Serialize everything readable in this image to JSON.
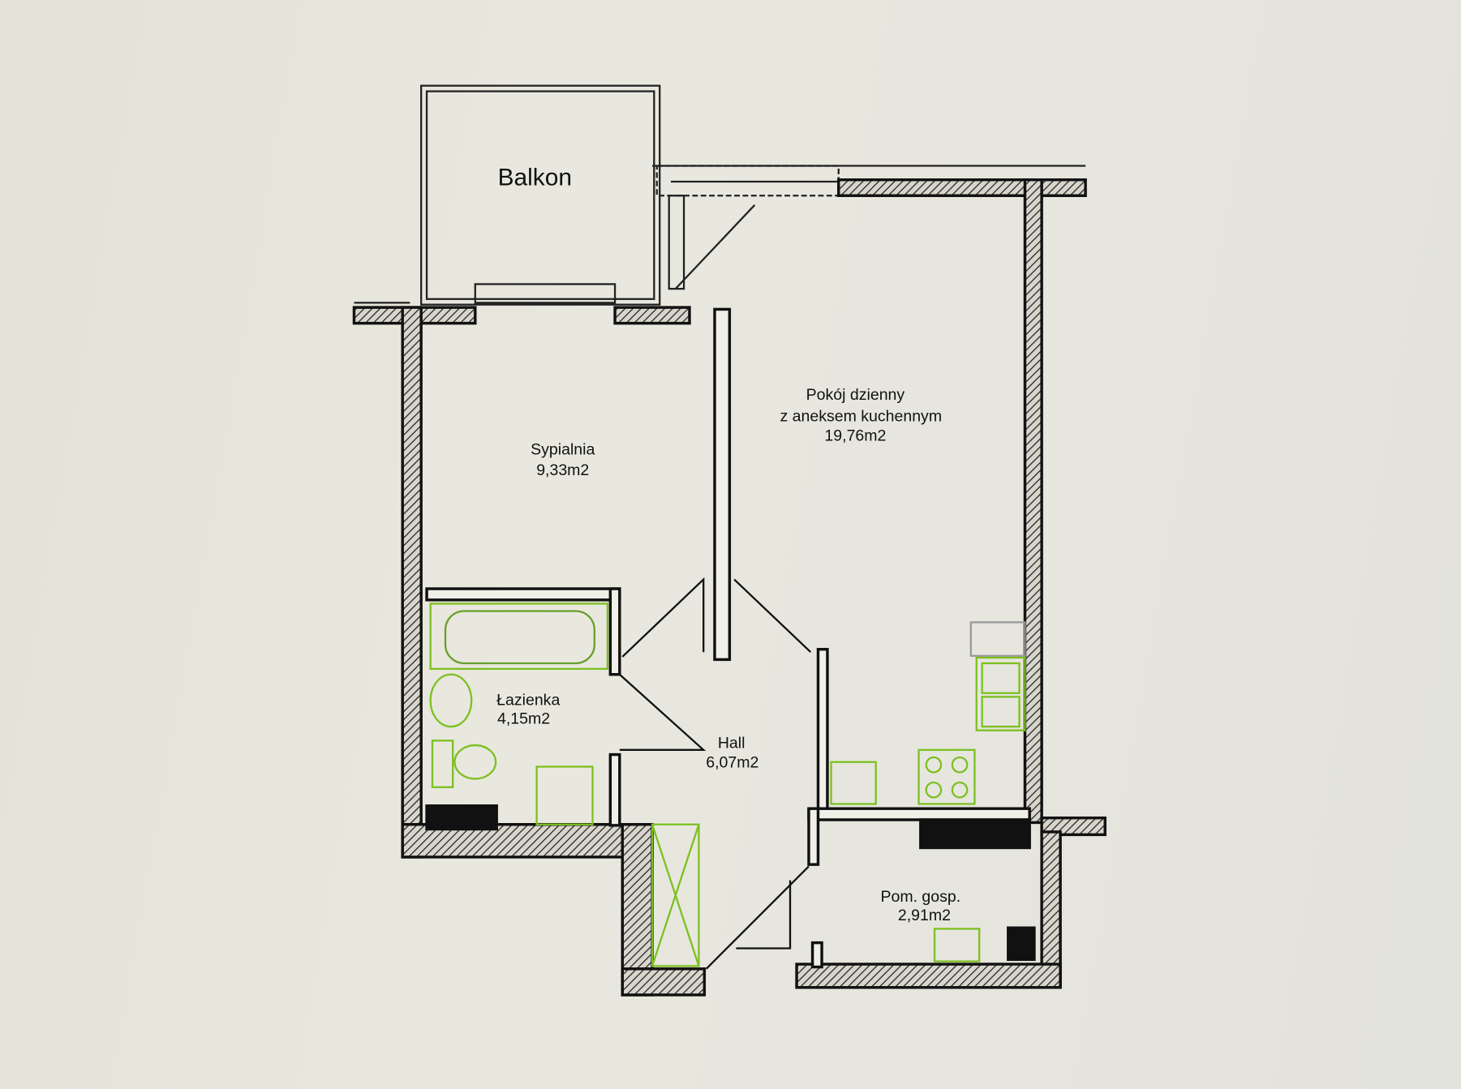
{
  "plan": {
    "rooms": [
      {
        "name": "Balkon",
        "area": ""
      },
      {
        "name": "Sypialnia",
        "area": "9,33m2"
      },
      {
        "name": "Pokój dzienny",
        "name2": "z aneksem kuchennym",
        "area": "19,76m2"
      },
      {
        "name": "Łazienka",
        "area": "4,15m2"
      },
      {
        "name": "Hall",
        "area": "6,07m2"
      },
      {
        "name": "Pom. gosp.",
        "area": "2,91m2"
      }
    ]
  },
  "colors": {
    "wall": "#1a1a1a",
    "fixture": "#7cc020",
    "paper": "#e6e4da"
  }
}
